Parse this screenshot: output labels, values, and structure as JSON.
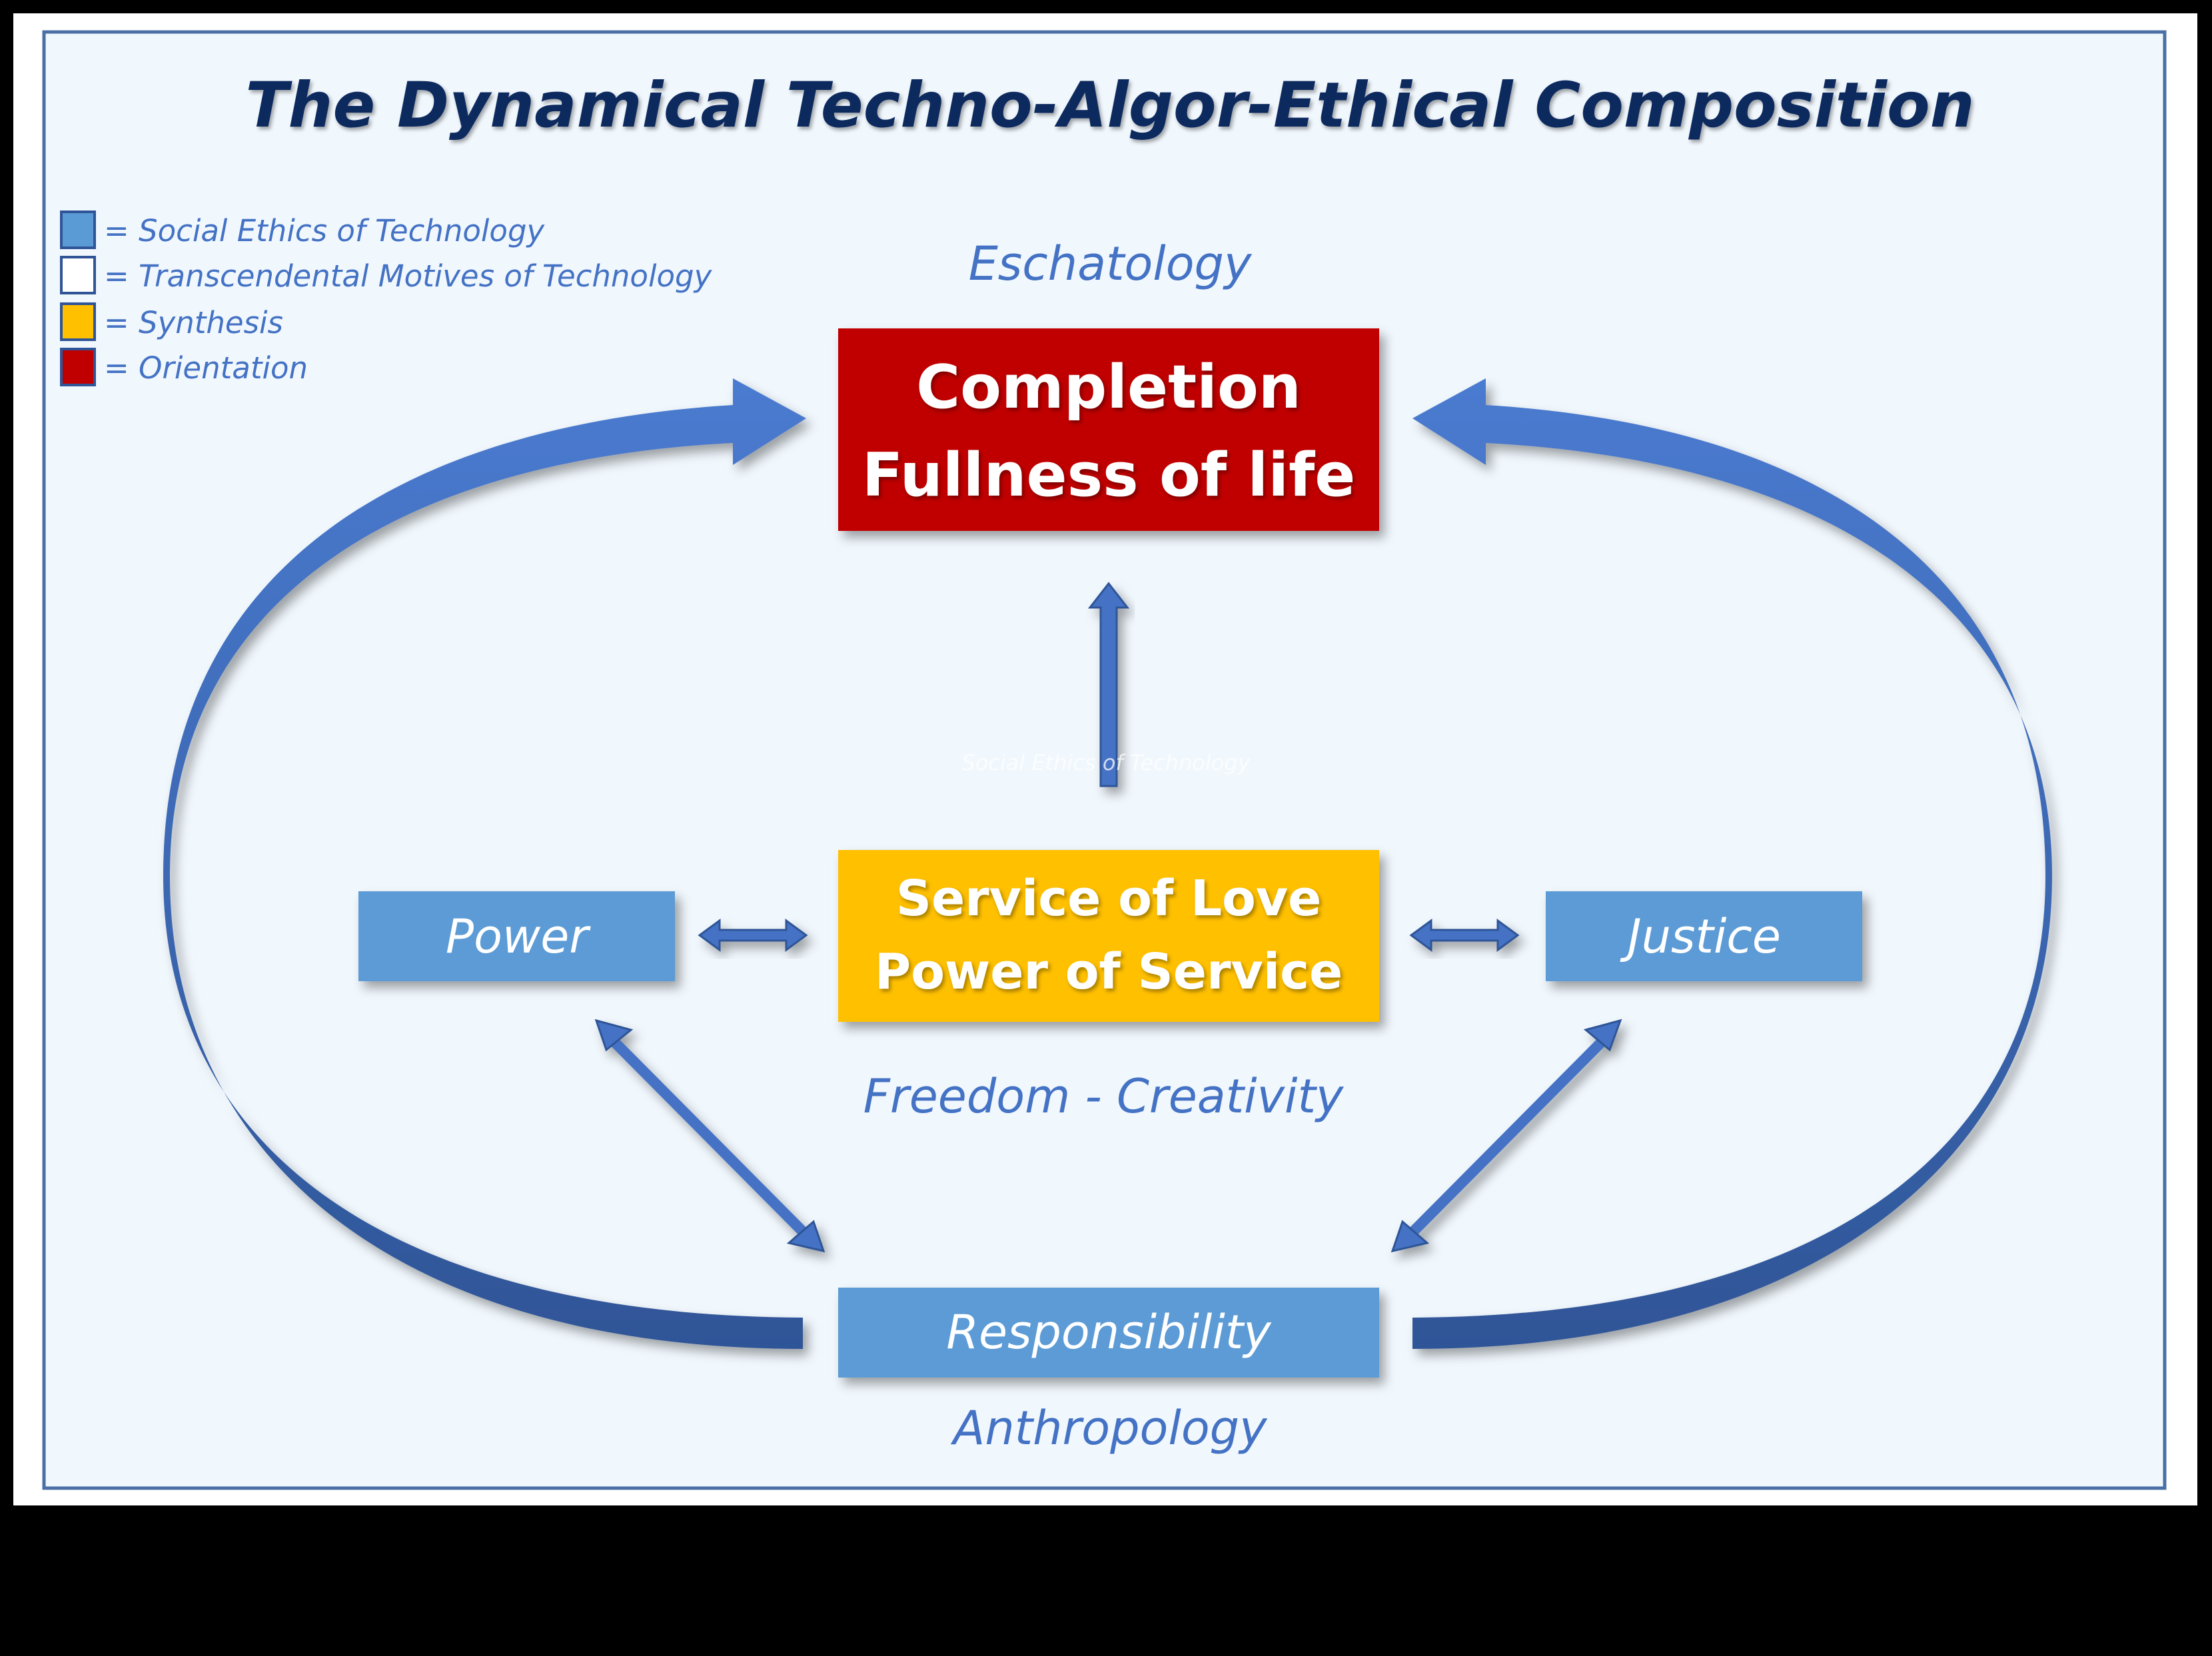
{
  "title": "The Dynamical Techno-Algor-Ethical Composition",
  "legend": [
    {
      "label": "= Social Ethics of Technology",
      "color": "#5b9bd5"
    },
    {
      "label": "= Transcendental Motives of Technology",
      "color": "#ffffff"
    },
    {
      "label": "= Synthesis",
      "color": "#ffc000"
    },
    {
      "label": "= Orientation",
      "color": "#c00000"
    }
  ],
  "labels": {
    "eschatology": "Eschatology",
    "freedom": "Freedom - Creativity",
    "anthropology": "Anthropology",
    "faint_center": "Social Ethics of Technology"
  },
  "boxes": {
    "completion": {
      "line1": "Completion",
      "line2": "Fullness of life",
      "color": "#c00000"
    },
    "service": {
      "line1": "Service of Love",
      "line2": "Power of Service",
      "color": "#ffc000"
    },
    "power": {
      "label": "Power",
      "color": "#5b9bd5"
    },
    "justice": {
      "label": "Justice",
      "color": "#5b9bd5"
    },
    "responsibility": {
      "label": "Responsibility",
      "color": "#5b9bd5"
    }
  },
  "colors": {
    "arrow": "#4472c4",
    "arrow_dark": "#2f5597",
    "panel": "#f0f7fd",
    "panel_border": "#4a6fa5"
  }
}
